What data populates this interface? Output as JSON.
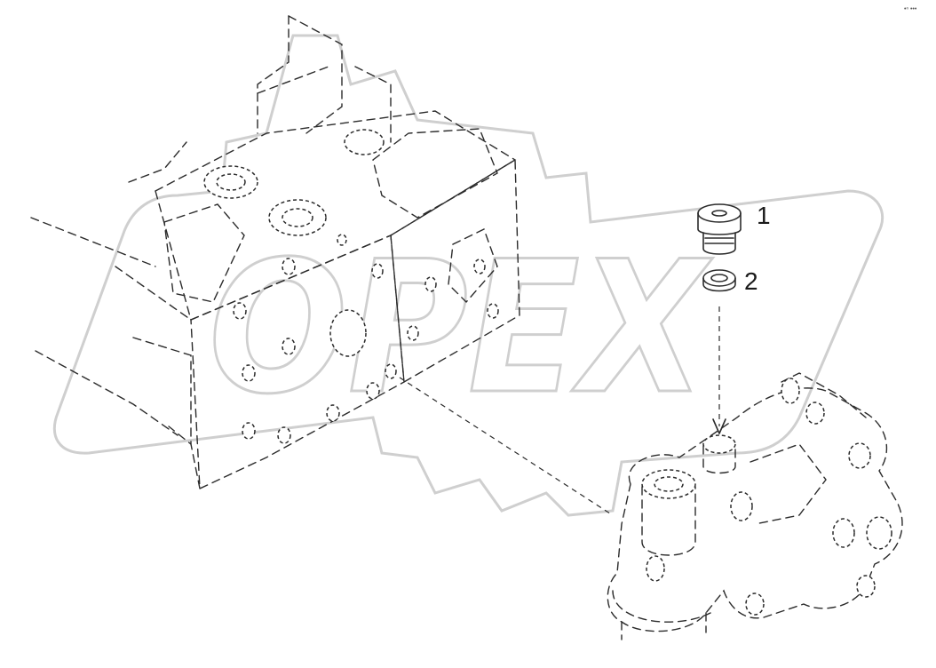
{
  "callouts": [
    {
      "number": "1",
      "part": "plug"
    },
    {
      "number": "2",
      "part": "gasket-ring"
    }
  ],
  "watermark": {
    "text": "OPEX"
  },
  "corner_mark": "•ⁿ •••",
  "colors": {
    "ink": "#2b2b2b",
    "watermark": "#cfcfcf",
    "background": "#ffffff"
  }
}
